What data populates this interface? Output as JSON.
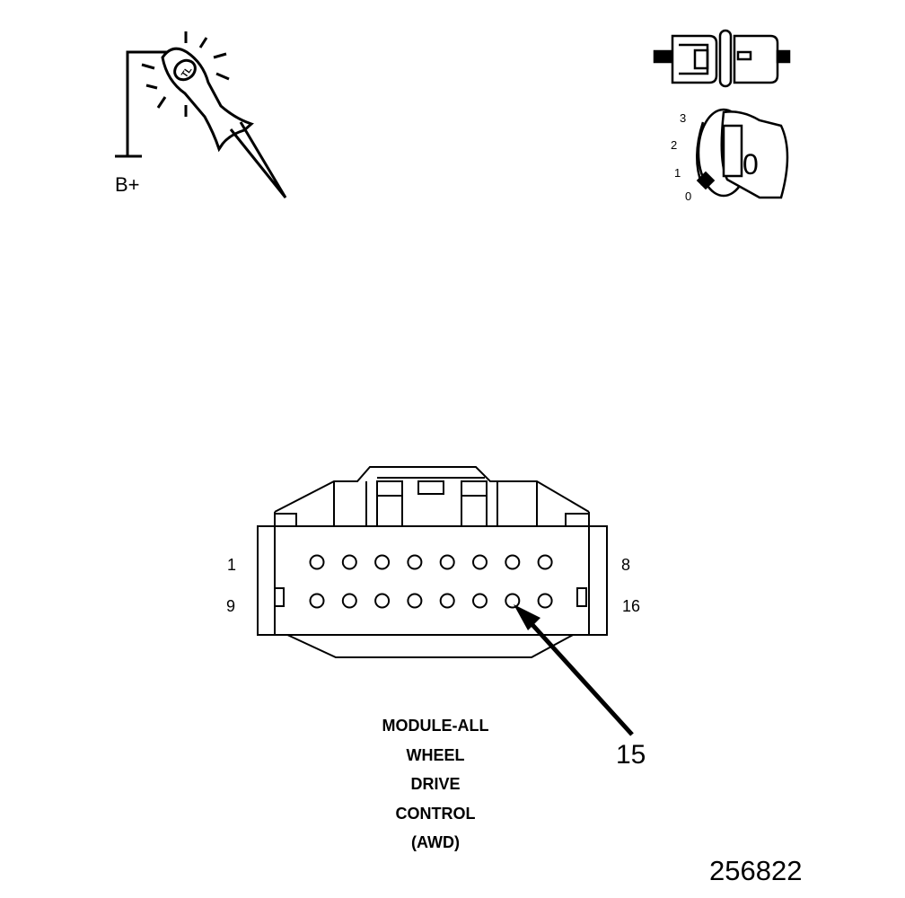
{
  "test_light": {
    "label": "B+",
    "glyph": "TL"
  },
  "ignition_key": {
    "positions": [
      "3",
      "2",
      "1",
      "0"
    ],
    "selected": "0"
  },
  "connector": {
    "top_row": {
      "first_pin": "1",
      "last_pin": "8",
      "count": 8
    },
    "bottom_row": {
      "first_pin": "9",
      "last_pin": "16",
      "count": 8
    },
    "callout_pin": "15"
  },
  "caption": {
    "lines": [
      "MODULE-ALL",
      "WHEEL",
      "DRIVE",
      "CONTROL",
      "(AWD)"
    ]
  },
  "figure_id": "256822"
}
